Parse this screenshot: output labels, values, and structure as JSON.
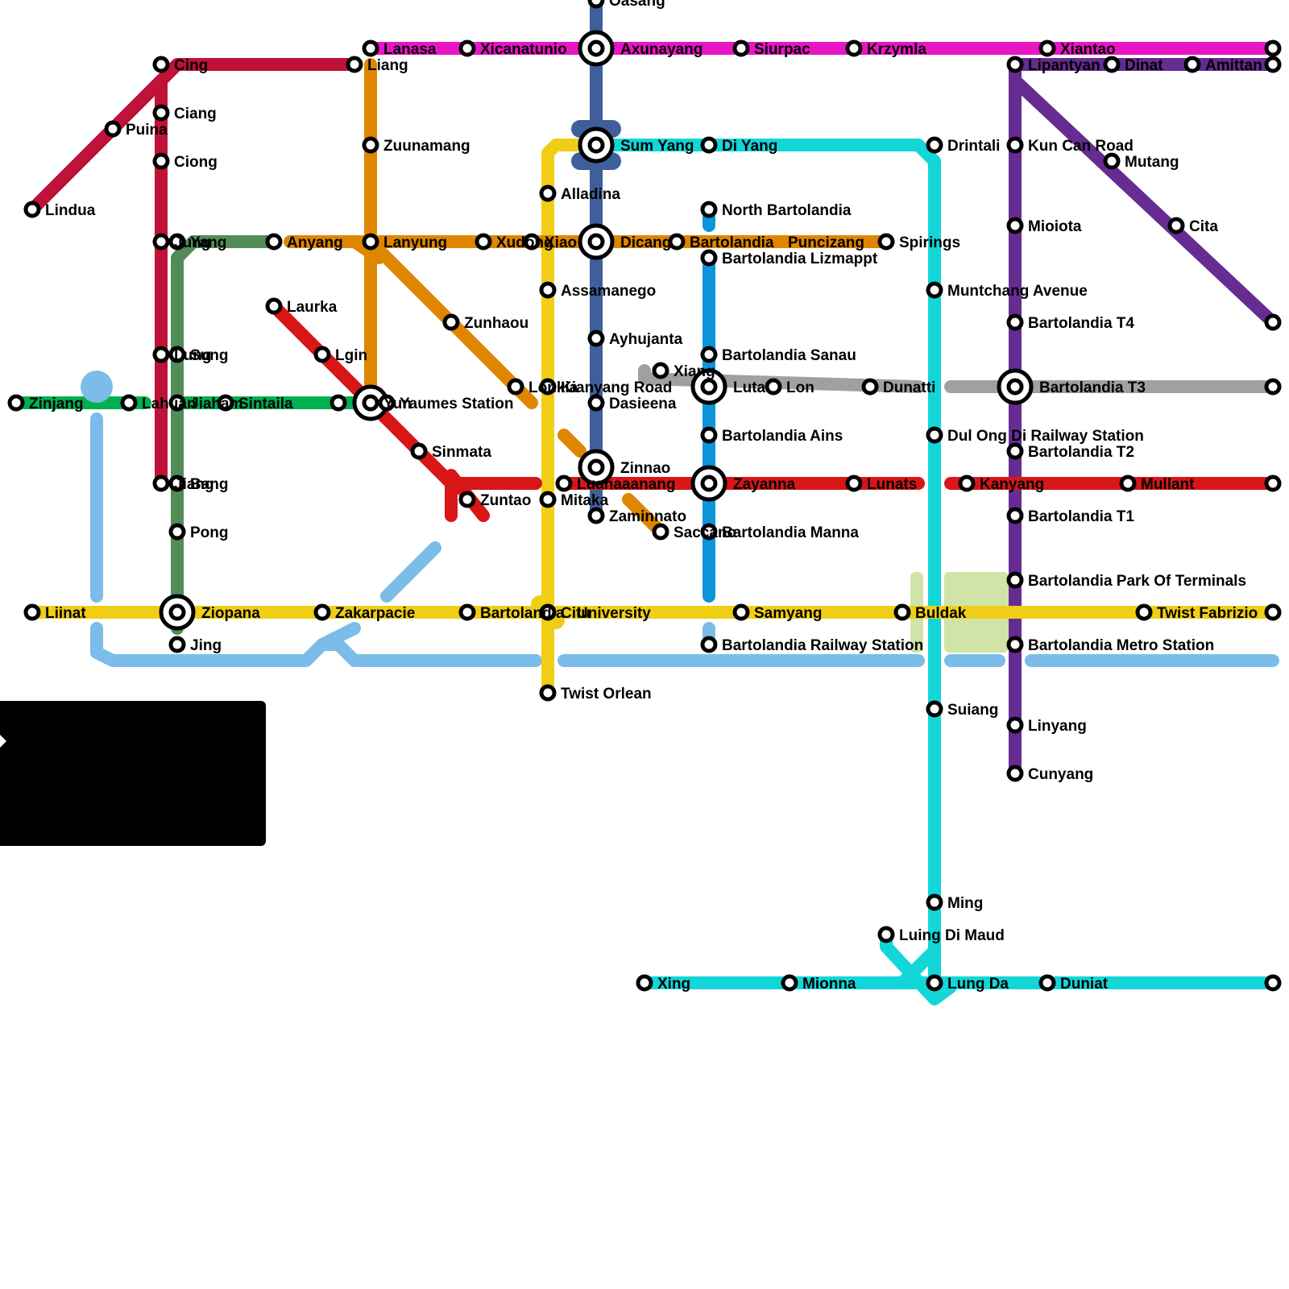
{
  "map": {
    "colors": {
      "crimson": "#be1238",
      "magenta": "#e815c4",
      "orange": "#df8600",
      "yellow": "#f0ce15",
      "navy": "#3f5f9a",
      "cyan": "#12d6d8",
      "blue": "#0b96dc",
      "green": "#00b050",
      "sage": "#528c58",
      "red": "#d81618",
      "gray": "#a0a0a0",
      "purple": "#662c91",
      "lightblue": "#7bbde8",
      "park": "#d1e4a7",
      "inset": "#000000"
    },
    "labels": [
      "Oasang",
      "Lanasa",
      "Xicanatunio",
      "Axunayang",
      "Siurpac",
      "Krzymla",
      "Xiantao",
      "Cing",
      "Liang",
      "Lipantyan",
      "Dinat",
      "Amittan",
      "Ciang",
      "Puina",
      "Ciong",
      "Lindua",
      "Zuunamang",
      "Sum Yang",
      "Di Yang",
      "Drintali",
      "Kun Can Road",
      "Mutang",
      "Alladina",
      "North Bartolandia",
      "Mioiota",
      "Cita",
      "Jung",
      "Yang",
      "Anyang",
      "Lanyung",
      "Xudong",
      "Xiao",
      "Dicang",
      "Bartolandia",
      "Puncizang",
      "Spirings",
      "Bartolandia Lizmappt",
      "Assamanego",
      "Muntchang Avenue",
      "Laurka",
      "Zunhaou",
      "Bartolandia T4",
      "Ayhujanta",
      "Lgin",
      "Sung",
      "Lung",
      "Bartolandia Sanau",
      "Xiang",
      "Zinjang",
      "Lahuan",
      "Jiaham",
      "Sintaila",
      "Yun",
      "Yaumes Station",
      "Kianyang Road",
      "Lonkia",
      "Luta",
      "Lon",
      "Dunatti",
      "Bartolandia T3",
      "Dasieena",
      "Sinmata",
      "Bartolandia Ains",
      "Dul Ong Di Railway Station",
      "Bartolandia T2",
      "Zinnao",
      "Bang",
      "Jiang",
      "Luanaaanang",
      "Zayanna",
      "Lunats",
      "Kanyang",
      "Mullant",
      "Zuntao",
      "Mitaka",
      "Zaminnato",
      "Bartolandia T1",
      "Pong",
      "Saccano",
      "Bartolandia Manna",
      "Bartolandia Park Of Terminals",
      "Liinat",
      "Ziopana",
      "Zakarpacie",
      "Bartolandia",
      "Citu",
      "University",
      "Samyang",
      "Buldak",
      "Twist Fabrizio",
      "Jing",
      "Bartolandia Railway Station",
      "Bartolandia Metro Station",
      "Twist Orlean",
      "Suiang",
      "Linyang",
      "Cunyang",
      "Ming",
      "Luing Di Maud",
      "Xing",
      "Mionna",
      "Lung Da",
      "Duniat"
    ]
  }
}
